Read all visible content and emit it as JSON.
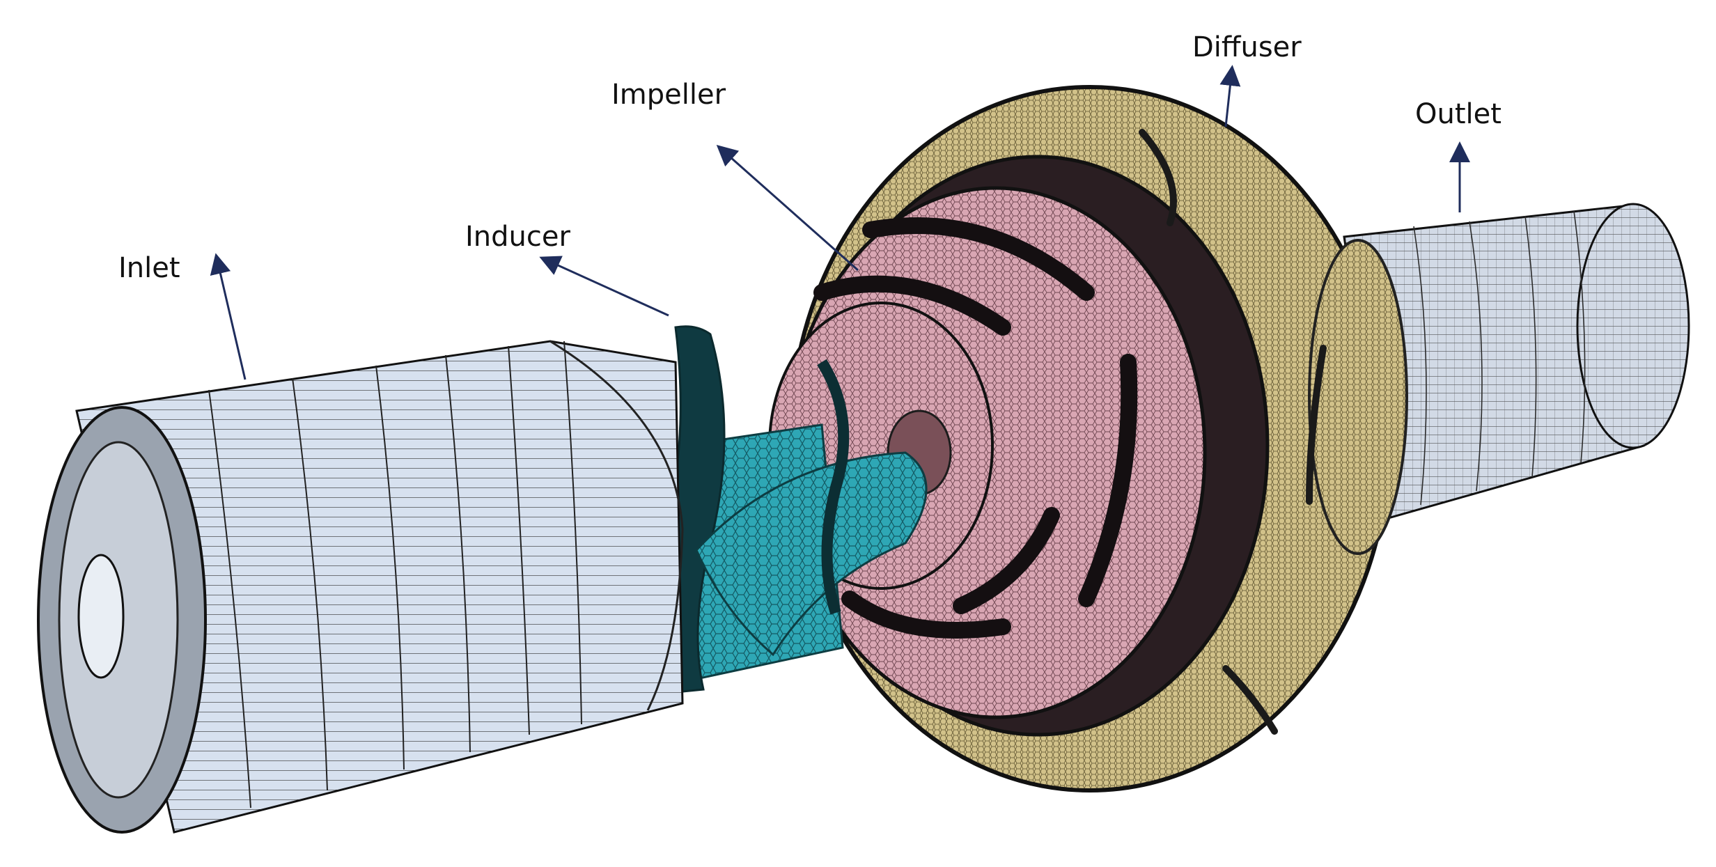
{
  "labels": {
    "inlet": "Inlet",
    "inducer": "Inducer",
    "impeller": "Impeller",
    "diffuser": "Diffuser",
    "outlet": "Outlet"
  },
  "colors": {
    "inlet_mesh": "#d6e0ee",
    "outlet_mesh": "#cdd6e2",
    "inducer_mesh": "#2fa9b6",
    "impeller_mesh": "#d9a3b1",
    "diffuser_mesh": "#cdbd84",
    "mesh_lines": "#1a1a1a",
    "arrow": "#1f2d5c"
  }
}
